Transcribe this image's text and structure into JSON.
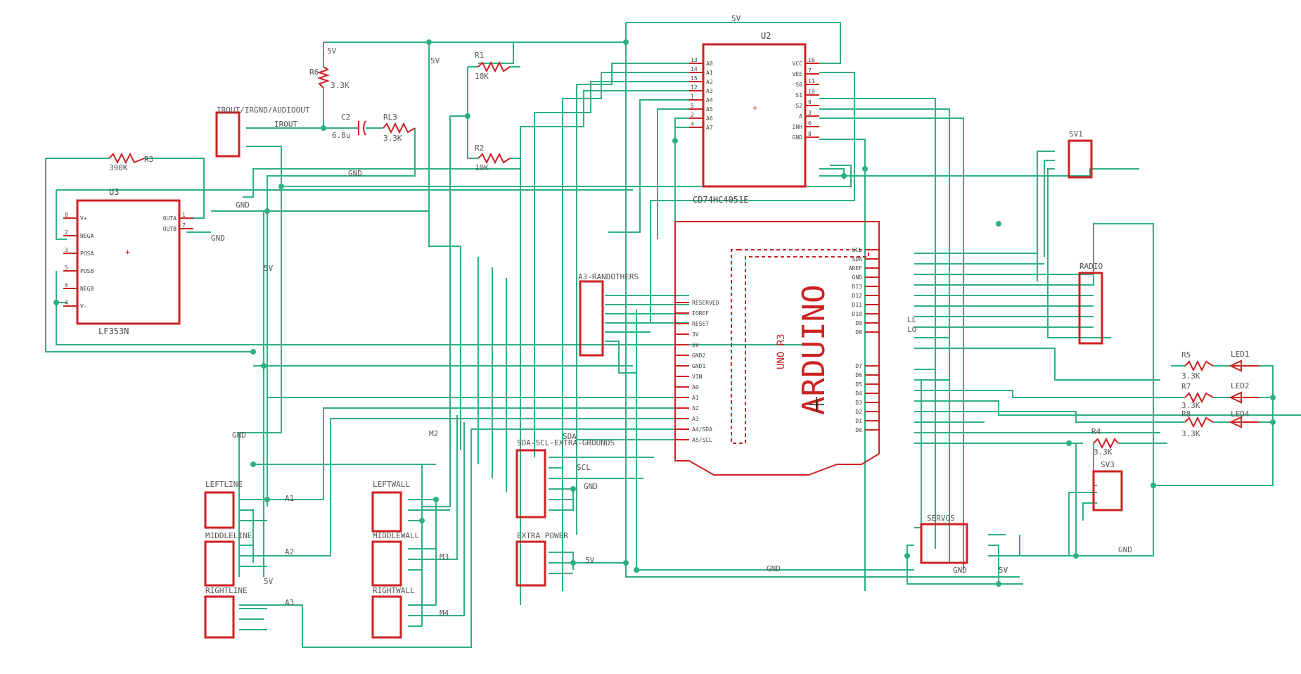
{
  "labels": {
    "u2": "U2",
    "u2_value": "CD74HC4051E",
    "u3": "U3",
    "u3_value": "LF353N",
    "arduino_brand": "ARDUINO",
    "arduino_model": "UNO R3",
    "j_irout": "IROUT/IRGND/AUDIOOUT",
    "j_randothers": "A3-RANDOTHERS",
    "j_sda": "SDA-SCL-EXTRA-GROUNDS",
    "j_extrapower": "EXTRA POWER",
    "j_leftline": "LEFTLINE",
    "j_middleline": "MIDDLELINE",
    "j_rightline": "RIGHTLINE",
    "j_leftwall": "LEFTWALL",
    "j_middlewall": "MIDDLEWALL",
    "j_rightwall": "RIGHTWALL",
    "j_servos": "SERVOS",
    "j_radio": "RADIO",
    "sv1": "SV1",
    "sv3": "SV3",
    "r6": "R6",
    "r6_val": "3.3K",
    "c2": "C2",
    "c2_val": "6.8u",
    "rl3": "RL3",
    "rl3_val": "3.3K",
    "r1": "R1",
    "r1_val": "10K",
    "r2": "R2",
    "r2_val": "10K",
    "r3": "R3",
    "r3_val": "390K",
    "r4": "R4",
    "r4_val": "3.3K",
    "r5": "R5",
    "r5_val": "3.3K",
    "r7": "R7",
    "r7_val": "3.3K",
    "r8": "R8",
    "r8_val": "3.3K",
    "led1": "LED1",
    "led2": "LED2",
    "led4": "LED4"
  },
  "nets": {
    "gnd": "GND",
    "v5": "5V",
    "irout": "IROUT",
    "sda": "SDA",
    "scl": "SCL",
    "a1": "A1",
    "a2": "A2",
    "a3": "A3",
    "m2": "M2",
    "m3": "M3",
    "m4": "M4",
    "ll": "LL",
    "lo": "LO"
  },
  "u2_left_pins": [
    {
      "n": "13",
      "s": "A0"
    },
    {
      "n": "14",
      "s": "A1"
    },
    {
      "n": "15",
      "s": "A2"
    },
    {
      "n": "12",
      "s": "A3"
    },
    {
      "n": "1",
      "s": "A4"
    },
    {
      "n": "5",
      "s": "A5"
    },
    {
      "n": "2",
      "s": "A6"
    },
    {
      "n": "4",
      "s": "A7"
    }
  ],
  "u2_right_pins": [
    {
      "n": "16",
      "s": "VCC"
    },
    {
      "n": "7",
      "s": "VEE"
    },
    {
      "n": "11",
      "s": "S0"
    },
    {
      "n": "10",
      "s": "S1"
    },
    {
      "n": "9",
      "s": "S2"
    },
    {
      "n": "3",
      "s": "A"
    },
    {
      "n": "6",
      "s": "INH"
    },
    {
      "n": "8",
      "s": "GND"
    }
  ],
  "u3_left_pins": [
    {
      "n": "8",
      "s": "V+"
    },
    {
      "n": "2",
      "s": "NEGA"
    },
    {
      "n": "3",
      "s": "POSA"
    },
    {
      "n": "5",
      "s": "POSB"
    },
    {
      "n": "6",
      "s": "NEGB"
    },
    {
      "n": "4",
      "s": "V-"
    }
  ],
  "u3_right_pins": [
    {
      "n": "1",
      "s": "OUTA"
    },
    {
      "n": "7",
      "s": "OUTB"
    }
  ],
  "ard_left_pins": [
    "RESERVED",
    "IOREF",
    "RESET",
    "3V",
    "5V",
    "GND2",
    "GND1",
    "VIN",
    "A0",
    "A1",
    "A2",
    "A3",
    "A4/SDA",
    "A5/SCL"
  ],
  "ard_right_top": [
    "SCL",
    "SDA",
    "AREF",
    "GND",
    "D13",
    "D12",
    "D11",
    "D10",
    "D9",
    "D8"
  ],
  "ard_right_bottom": [
    "D7",
    "D6",
    "D5",
    "D4",
    "D3",
    "D2",
    "D1",
    "D0"
  ]
}
